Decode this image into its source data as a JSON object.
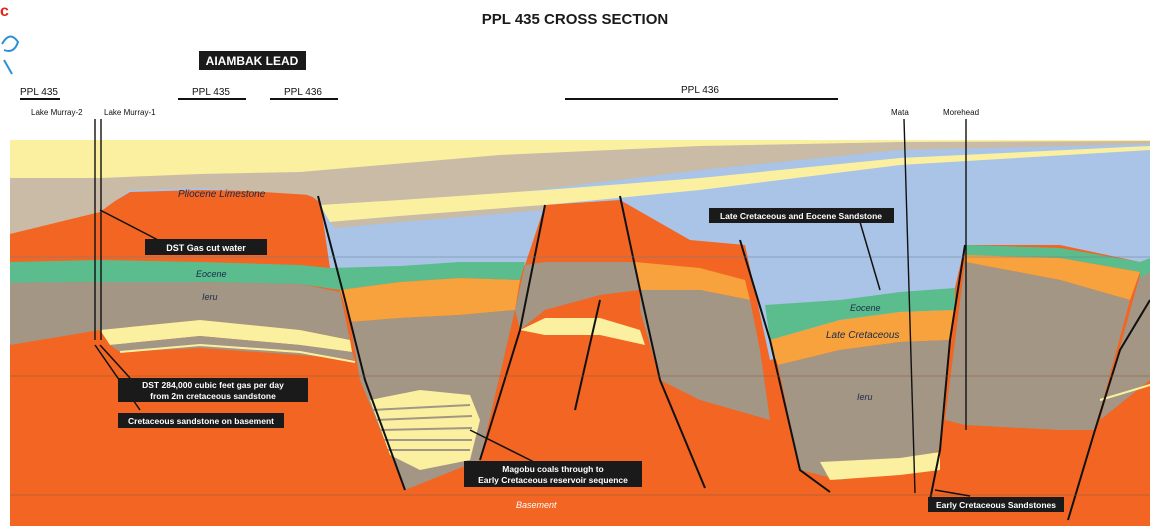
{
  "title": "PPL 435 CROSS SECTION",
  "lead_box": "AIAMBAK LEAD",
  "licences": {
    "ppl435_left": "PPL 435",
    "ppl435_mid": "PPL 435",
    "ppl436_mid": "PPL 436",
    "ppl436_right": "PPL 436"
  },
  "wells": {
    "lake_murray_2": "Lake Murray-2",
    "lake_murray_1": "Lake Murray-1",
    "mata": "Mata",
    "morehead": "Morehead"
  },
  "formations": {
    "pliocene_limestone": "Pliocene Limestone",
    "eocene_left": "Eocene",
    "ieru_left": "Ieru",
    "eocene_right": "Eocene",
    "late_cretaceous": "Late Cretaceous",
    "ieru_right": "Ieru",
    "basement": "Basement"
  },
  "callouts": {
    "dst_gas_cut": "DST Gas cut water",
    "dst_284_line1": "DST 284,000 cubic feet gas per day",
    "dst_284_line2": "from 2m cretaceous sandstone",
    "cret_sandstone_basement": "Cretaceous sandstone on basement",
    "late_cret_eocene_sandstone": "Late Cretaceous and Eocene Sandstone",
    "magobu_line1": "Magobu coals through to",
    "magobu_line2": "Early Cretaceous reservoir sequence",
    "early_cret_sandstones": "Early Cretaceous Sandstones"
  },
  "colors": {
    "basement": "#f26522",
    "ieru": "#a39685",
    "limestone": "#a9c4e6",
    "eocene": "#5bbd8e",
    "late_cretaceous": "#f7a23c",
    "upper_sediment": "#fbf0a0",
    "tan_layer": "#c9bba6",
    "callout_box": "#1a1a1a",
    "logo_red": "#e2231a",
    "logo_blue": "#2d8fd5"
  }
}
